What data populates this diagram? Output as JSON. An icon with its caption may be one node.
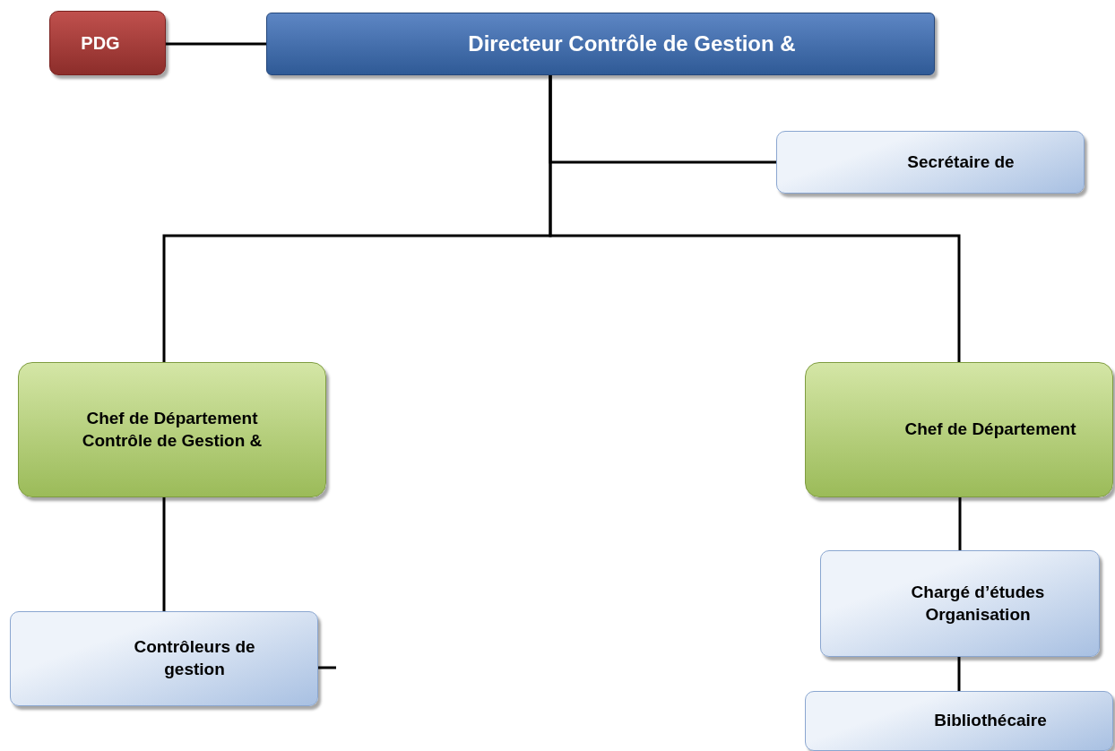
{
  "diagram": {
    "nodes": [
      {
        "text": [
          "PDG"
        ]
      },
      {
        "text": [
          "Directeur Contrôle de Gestion &"
        ]
      },
      {
        "text": [
          "Secrétaire de"
        ]
      },
      {
        "text": [
          "Chef de Département Contrôle de Gestion &"
        ]
      },
      {
        "text": [
          "Chef de Département"
        ]
      },
      {
        "text": [
          "Contrôleurs de gestion"
        ]
      },
      {
        "text": [
          "Chargé d’études Organisation"
        ]
      },
      {
        "text": [
          "Bibliothécaire"
        ]
      }
    ],
    "edges": [
      {
        "from": 0,
        "to": 1,
        "arrow": "none"
      },
      {
        "from": 1,
        "to": 2,
        "arrow": "none"
      },
      {
        "from": 1,
        "to": 3,
        "arrow": "none"
      },
      {
        "from": 1,
        "to": 4,
        "arrow": "none"
      },
      {
        "from": 3,
        "to": 5,
        "arrow": "none"
      },
      {
        "from": 4,
        "to": 6,
        "arrow": "none"
      },
      {
        "from": 6,
        "to": 7,
        "arrow": "none"
      },
      {
        "from": 5,
        "to": null,
        "arrow": "none"
      }
    ]
  }
}
